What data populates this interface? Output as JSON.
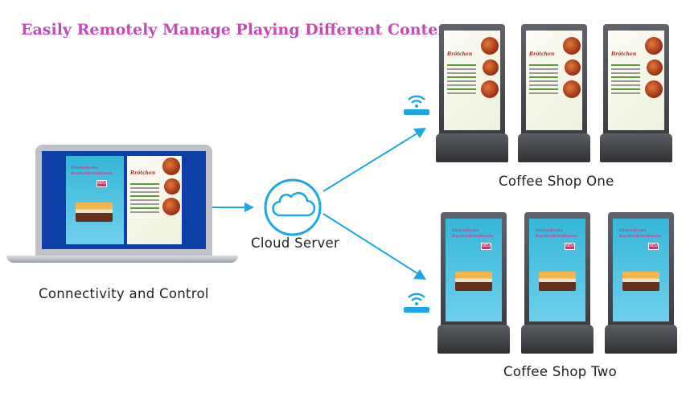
{
  "header": {
    "title": "Easily Remotely Manage Playing Different Contents"
  },
  "labels": {
    "laptop": "Connectivity and Control",
    "cloud": "Cloud Server",
    "shop_one": "Coffee Shop One",
    "shop_two": "Coffee Shop Two"
  },
  "screen_text": {
    "menu_title": "Brötchen",
    "promo_text": "Himmlische Kuchenkreationen",
    "badge": "NEU"
  },
  "colors": {
    "title": "#c04cb4",
    "arrow": "#1ea7e4",
    "cloud": "#1ea7e4"
  },
  "icons": {
    "cloud": "cloud-icon",
    "router": "wifi-router-icon",
    "arrow": "arrow-icon"
  }
}
